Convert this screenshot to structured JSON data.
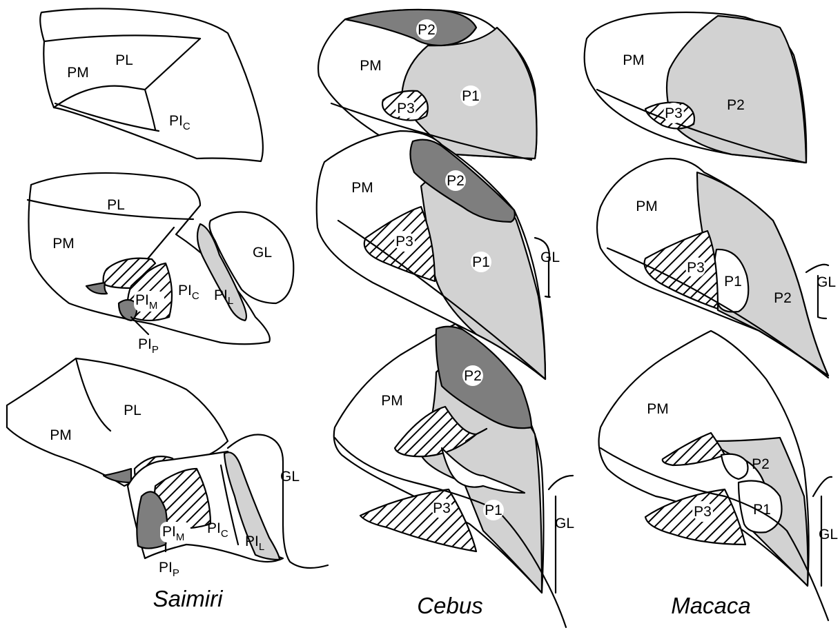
{
  "colors": {
    "light_shading": "#d2d2d2",
    "dark_shading": "#7e7e7e",
    "hatching": "#000000",
    "outline": "#000000"
  },
  "labels": {
    "PL": "PL",
    "PM": "PM",
    "GL": "GL",
    "PI": "PI",
    "sub_C": "C",
    "sub_M": "M",
    "sub_L": "L",
    "sub_P": "P",
    "P1": "P1",
    "P2": "P2",
    "P3": "P3"
  },
  "captions": {
    "saimiri": "Saimiri",
    "cebus": "Cebus",
    "macaca": "Macaca"
  }
}
